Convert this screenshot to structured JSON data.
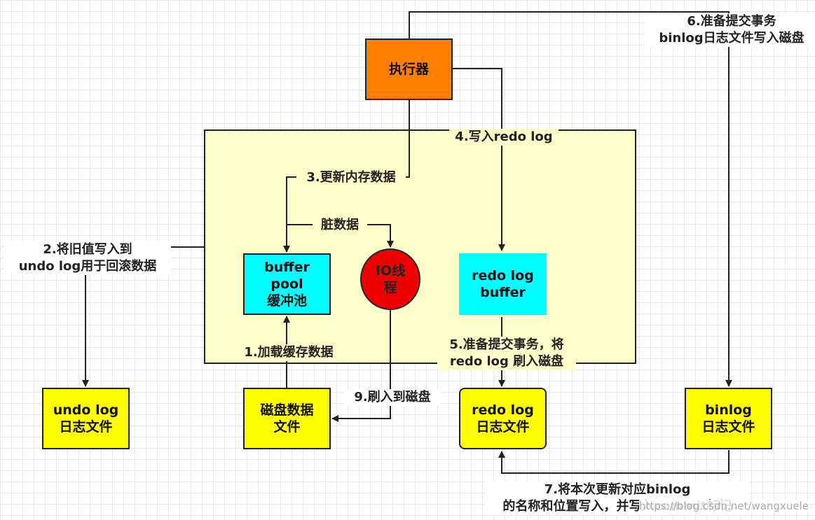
{
  "nodes": {
    "executor": "执行器",
    "buffer_pool": "buffer\npool\n缓冲池",
    "io_thread": "IO线\n程",
    "redo_log_buffer": "redo log\nbuffer",
    "undo_log_file": "undo log\n日志文件",
    "disk_data_file": "磁盘数据\n文件",
    "redo_log_file": "redo log\n日志文件",
    "binlog_file": "binlog\n日志文件"
  },
  "steps": {
    "step1": "1.加载缓存数据",
    "step2": "2.将旧值写入到\nundo log用于回滚数据",
    "step3": "3.更新内存数据",
    "step4": "4.写入redo log",
    "step5": "5.准备提交事务，将\nredo log 刷入磁盘",
    "step6": "6.准备提交事务\nbinlog日志文件写入磁盘",
    "step7": "7.将本次更新对应binlog\n的名称和位置写入，并写入commit标记",
    "step9": "9.刷入到磁盘",
    "dirty_data": "脏数据"
  },
  "watermark": "https://blog.csdn.net/wangxuele",
  "colors": {
    "executor": "#ff8000",
    "buffer": "#00ffff",
    "file": "#ffff00",
    "io_thread": "#ee0000",
    "region": "#ffffcc"
  }
}
